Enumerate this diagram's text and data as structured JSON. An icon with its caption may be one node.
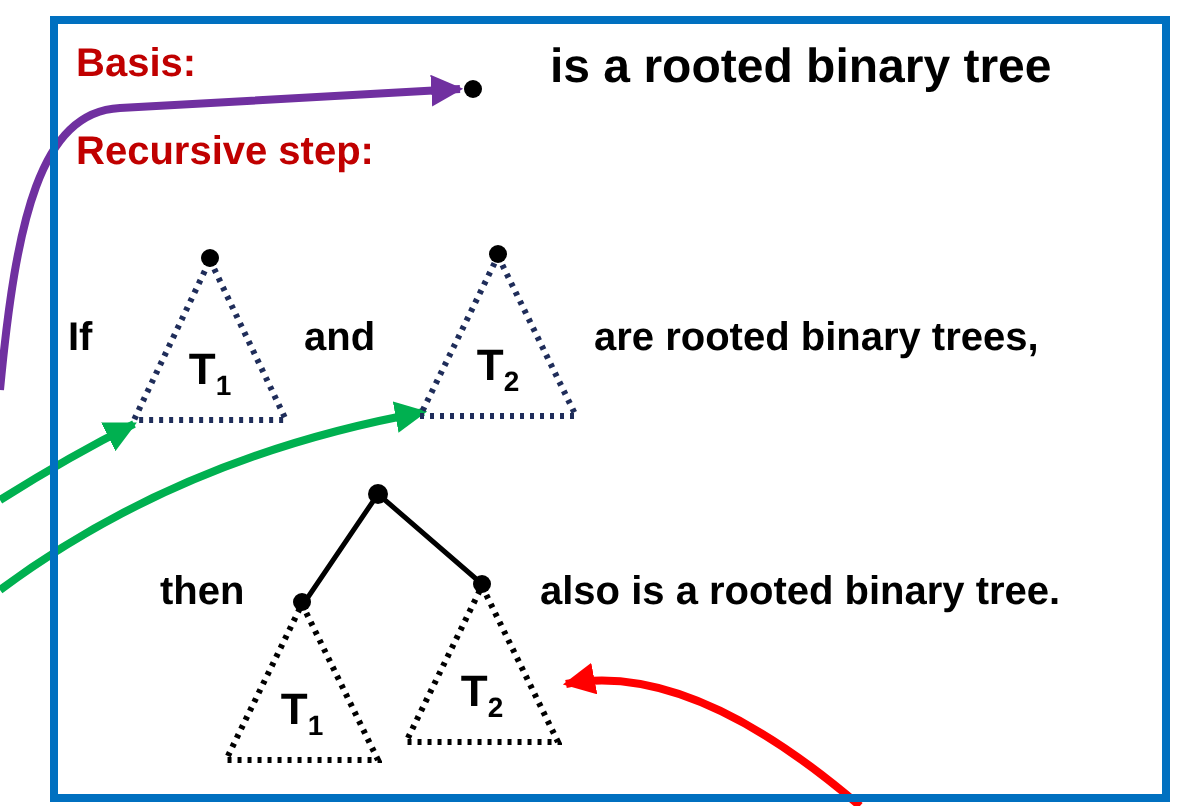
{
  "diagram": {
    "nodes": [
      {
        "text": [],
        "shape": "box"
      },
      {
        "text": [],
        "shape": "circle",
        "in": 0
      },
      {
        "text": [
          "T$_{1}$"
        ],
        "in": 0
      },
      {
        "text": [
          "T$_{2}$"
        ],
        "in": 0
      },
      {
        "text": [
          "T$_{1}$"
        ],
        "in": 0
      },
      {
        "text": [
          "T$_{2}$"
        ],
        "in": 0
      }
    ],
    "edges": [
      {
        "from": null,
        "to": 1,
        "arrow": "to",
        "color": "#7030a0"
      },
      {
        "from": null,
        "to": 2,
        "arrow": "to",
        "color": "#00b050"
      },
      {
        "from": null,
        "to": 3,
        "arrow": "to",
        "color": "#00b050"
      },
      {
        "from": null,
        "to": 5,
        "arrow": "to",
        "color": "#ff0000"
      }
    ],
    "labels": [
      "Basis:",
      "is a rooted binary tree",
      "Recursive step:",
      "If",
      "and",
      "are rooted binary trees,",
      "then",
      "also is a rooted binary tree."
    ]
  }
}
